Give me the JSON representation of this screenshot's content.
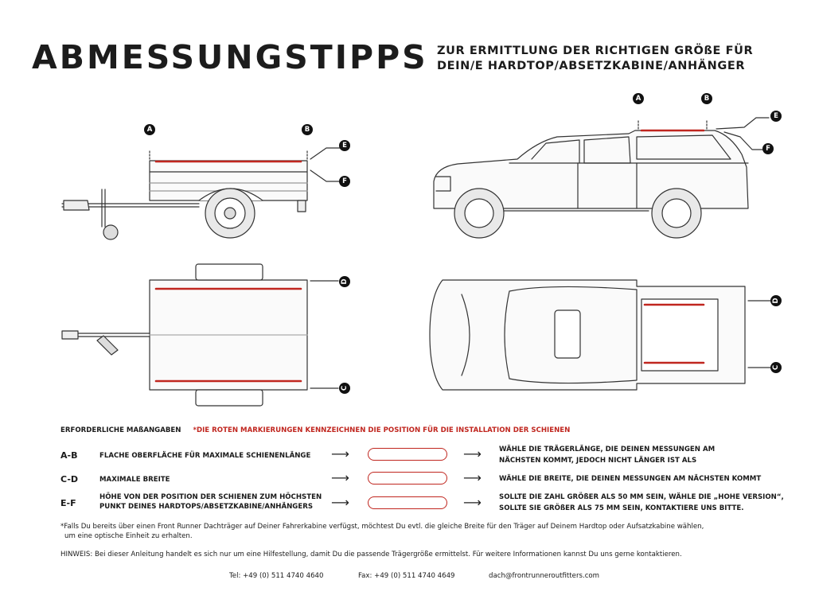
{
  "header": {
    "title": "ABMESSUNGSTIPPS",
    "subtitle_line1": "ZUR ERMITTLUNG DER RICHTIGEN GRÖßE FÜR",
    "subtitle_line2": "DEIN/E HARDTOP/ABSETZKABINE/ANHÄNGER"
  },
  "markers": {
    "A": "A",
    "B": "B",
    "C": "C",
    "D": "D",
    "E": "E",
    "F": "F"
  },
  "legend": {
    "required_label": "ERFORDERLICHE MAßANGABEN",
    "red_note": "*DIE ROTEN MARKIERUNGEN KENNZEICHNEN DIE POSITION FÜR DIE INSTALLATION DER SCHIENEN"
  },
  "rows": [
    {
      "code": "A-B",
      "desc1": "FLACHE OBERFLÄCHE FÜR MAXIMALE SCHIENENLÄNGE",
      "desc2": "",
      "value": "",
      "res1": "WÄHLE DIE TRÄGERLÄNGE, DIE DEINEN MESSUNGEN AM",
      "res2": "NÄCHSTEN KOMMT, JEDOCH NICHT LÄNGER IST ALS"
    },
    {
      "code": "C-D",
      "desc1": "MAXIMALE BREITE",
      "desc2": "",
      "value": "",
      "res1": "WÄHLE DIE BREITE, DIE DEINEN MESSUNGEN AM NÄCHSTEN KOMMT",
      "res2": ""
    },
    {
      "code": "E-F",
      "desc1": "HÖHE VON DER POSITION DER SCHIENEN ZUM HÖCHSTEN",
      "desc2": "PUNKT DEINES HARDTOPS/ABSETZKABINE/ANHÄNGERS",
      "value": "",
      "res1": "SOLLTE DIE ZAHL GRÖßER ALS 50 MM SEIN, WÄHLE DIE „HOHE VERSION“,",
      "res2": "SOLLTE SIE GRÖßER ALS 75 MM SEIN, KONTAKTIERE UNS BITTE."
    }
  ],
  "footnote1": "*Falls Du bereits über einen Front Runner Dachträger auf Deiner Fahrerkabine verfügst, möchtest Du evtl. die gleiche Breite für den Träger auf Deinem Hardtop oder Aufsatzkabine wählen,",
  "footnote2": "um eine optische Einheit zu erhalten.",
  "hint": "HINWEIS: Bei dieser Anleitung handelt es sich nur um eine Hilfestellung, damit Du die passende Trägergröße ermittelst. Für weitere Informationen kannst Du uns gerne kontaktieren.",
  "contact": {
    "tel": "Tel: +49 (0) 511 4740 4640",
    "fax": "Fax: +49 (0) 511 4740 4649",
    "email": "dach@frontrunneroutfitters.com"
  },
  "colors": {
    "accent_red": "#c0261f",
    "ink": "#1a1a1a"
  }
}
